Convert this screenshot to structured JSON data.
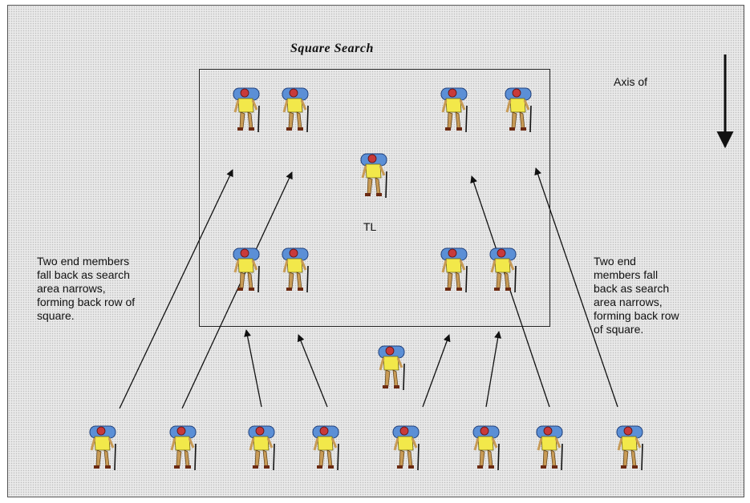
{
  "diagram": {
    "title": "Square Search",
    "axis_label": "Axis of",
    "team_leader_label": "TL",
    "left_note": "Two end members\nfall back as search\narea narrows,\nforming back row of\nsquare.",
    "right_note": "Two end\nmembers fall\nback as search\narea narrows,\nforming back row\nof square."
  },
  "icons": {
    "hiker": "hiker-icon",
    "arrow": "arrow-icon"
  },
  "colors": {
    "background": "#e9e9e9",
    "pack": "#5b8fd6",
    "shirt": "#f2e84a",
    "pants": "#c79a55",
    "head": "#c83a3a",
    "lines": "#111111"
  }
}
